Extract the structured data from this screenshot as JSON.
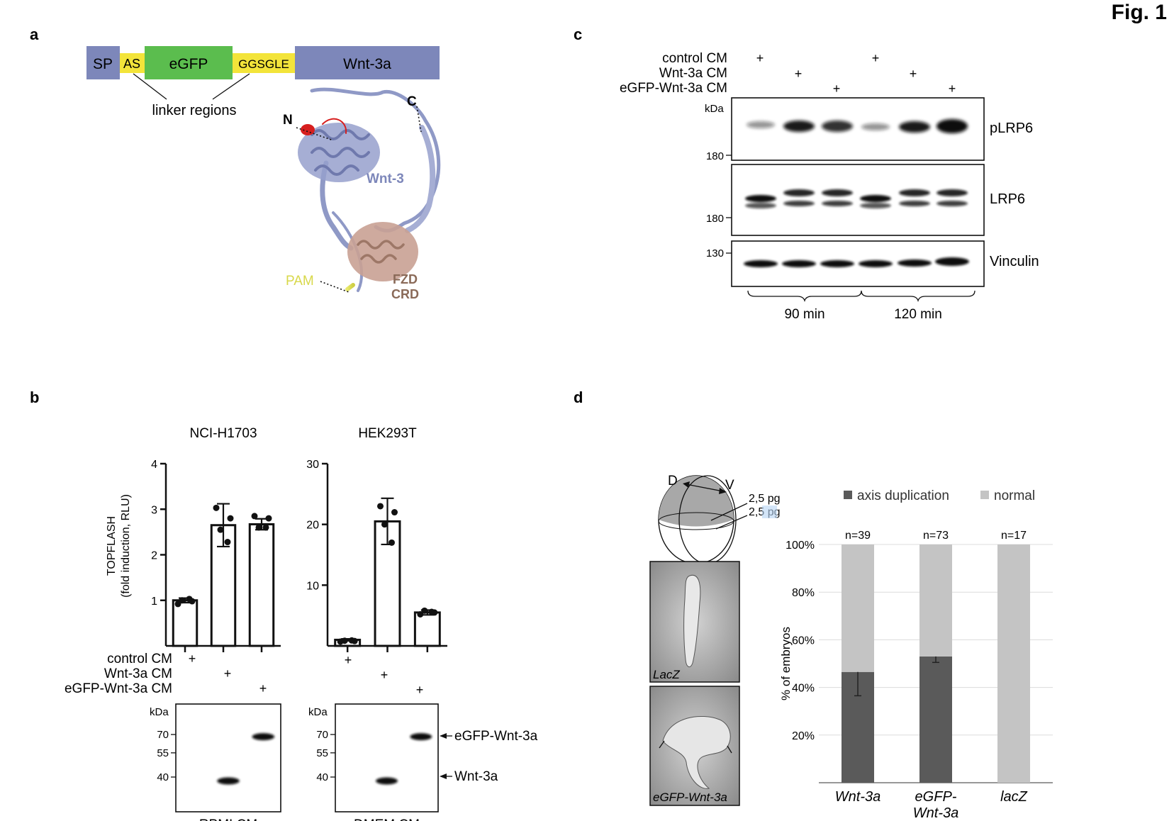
{
  "figure_label": "Fig. 1",
  "panels": {
    "a": {
      "letter": "a",
      "construct": [
        {
          "label": "SP",
          "color": "#7d87ba"
        },
        {
          "label": "AS",
          "color": "#f3e43a"
        },
        {
          "label": "eGFP",
          "color": "#5bbd4e"
        },
        {
          "label": "GGSGLE",
          "color": "#f3e43a"
        },
        {
          "label": "Wnt-3a",
          "color": "#7d87ba"
        }
      ],
      "linker_label": "linker regions",
      "structure": {
        "n_label": "N",
        "c_label": "C",
        "wnt_label": "Wnt-3",
        "pam_label": "PAM",
        "fzd_label_1": "FZD",
        "fzd_label_2": "CRD",
        "wnt_color": "#8f99c6",
        "fzd_color": "#c9a193",
        "pam_color": "#e8e86a",
        "n_color": "#d71e1e"
      }
    },
    "b": {
      "letter": "b",
      "y_axis_label_1": "TOPFLASH",
      "y_axis_label_2": "(fold induction, RLU)",
      "condition_labels": [
        "control CM",
        "Wnt-3a CM",
        "eGFP-Wnt-3a CM"
      ],
      "plus": "+",
      "blot_kda": "kDa",
      "annot_egfp": "eGFP-Wnt-3a",
      "annot_wnt": "Wnt-3a"
    },
    "c": {
      "letter": "c",
      "condition_labels": [
        "control CM",
        "Wnt-3a CM",
        "eGFP-Wnt-3a CM"
      ],
      "plus": "+",
      "kda": "kDa",
      "blots": [
        {
          "name": "pLRP6",
          "marker": "180"
        },
        {
          "name": "LRP6",
          "marker": "180"
        },
        {
          "name": "Vinculin",
          "marker": "130"
        }
      ],
      "time_labels": [
        "90 min",
        "120 min"
      ]
    },
    "d": {
      "letter": "d",
      "embryo": {
        "d_label": "D",
        "v_label": "V",
        "dose_1": "2,5 pg",
        "dose_2_prefix": "2,5 ",
        "dose_2_unit": "pg",
        "photo_1_label": "LacZ",
        "photo_2_label": "eGFP-Wnt-3a"
      }
    }
  },
  "chart_data": [
    {
      "type": "bar",
      "panel": "b-left",
      "title": "NCI-H1703",
      "categories": [
        "control CM",
        "Wnt-3a CM",
        "eGFP-Wnt-3a CM"
      ],
      "values": [
        1.0,
        2.65,
        2.67
      ],
      "error": [
        0.05,
        0.47,
        0.12
      ],
      "points": [
        [
          0.92,
          0.98,
          1.0,
          1.03
        ],
        [
          3.03,
          2.8,
          2.55,
          2.28
        ],
        [
          2.85,
          2.8,
          2.6,
          2.6
        ]
      ],
      "ylim": [
        0,
        4
      ],
      "yticks": [
        1,
        2,
        3,
        4
      ],
      "ylabel": "TOPFLASH (fold induction, RLU)",
      "blot": {
        "footer": "RPMI CM",
        "markers": [
          "70",
          "55",
          "40"
        ],
        "marker_values": [
          70,
          55,
          40
        ],
        "bands": [
          {
            "lane": 2,
            "kda": 38
          },
          {
            "lane": 3,
            "kda": 68
          }
        ]
      }
    },
    {
      "type": "bar",
      "panel": "b-right",
      "title": "HEK293T",
      "categories": [
        "control CM",
        "Wnt-3a CM",
        "eGFP-Wnt-3a CM"
      ],
      "values": [
        1.0,
        20.5,
        5.5
      ],
      "error": [
        0.15,
        3.8,
        0.4
      ],
      "points": [
        [
          0.7,
          0.8,
          0.85,
          0.9
        ],
        [
          23.0,
          22.0,
          20.0,
          17.0
        ],
        [
          5.2,
          5.5,
          5.8,
          5.6
        ]
      ],
      "ylim": [
        0,
        30
      ],
      "yticks": [
        10,
        20,
        30
      ],
      "blot": {
        "footer": "DMEM CM",
        "markers": [
          "70",
          "55",
          "40"
        ],
        "marker_values": [
          70,
          55,
          40
        ],
        "bands": [
          {
            "lane": 2,
            "kda": 38
          },
          {
            "lane": 3,
            "kda": 68
          }
        ]
      }
    },
    {
      "type": "bar",
      "panel": "d",
      "stacked": true,
      "categories": [
        "Wnt-3a",
        "eGFP-\nWnt-3a",
        "lacZ"
      ],
      "n_labels": [
        "n=39",
        "n=73",
        "n=17"
      ],
      "series": [
        {
          "name": "axis duplication",
          "color": "#5a5a5a",
          "values": [
            46.5,
            53.0,
            0
          ],
          "error": [
            10,
            2.5,
            0
          ]
        },
        {
          "name": "normal",
          "color": "#c4c4c4",
          "values": [
            53.5,
            47.0,
            100
          ]
        }
      ],
      "ylabel": "% of embryos",
      "ylim": [
        0,
        100
      ],
      "yticks": [
        "20%",
        "40%",
        "60%",
        "80%",
        "100%"
      ],
      "ytick_values": [
        20,
        40,
        60,
        80,
        100
      ],
      "grid": true,
      "legend_position": "top"
    }
  ]
}
